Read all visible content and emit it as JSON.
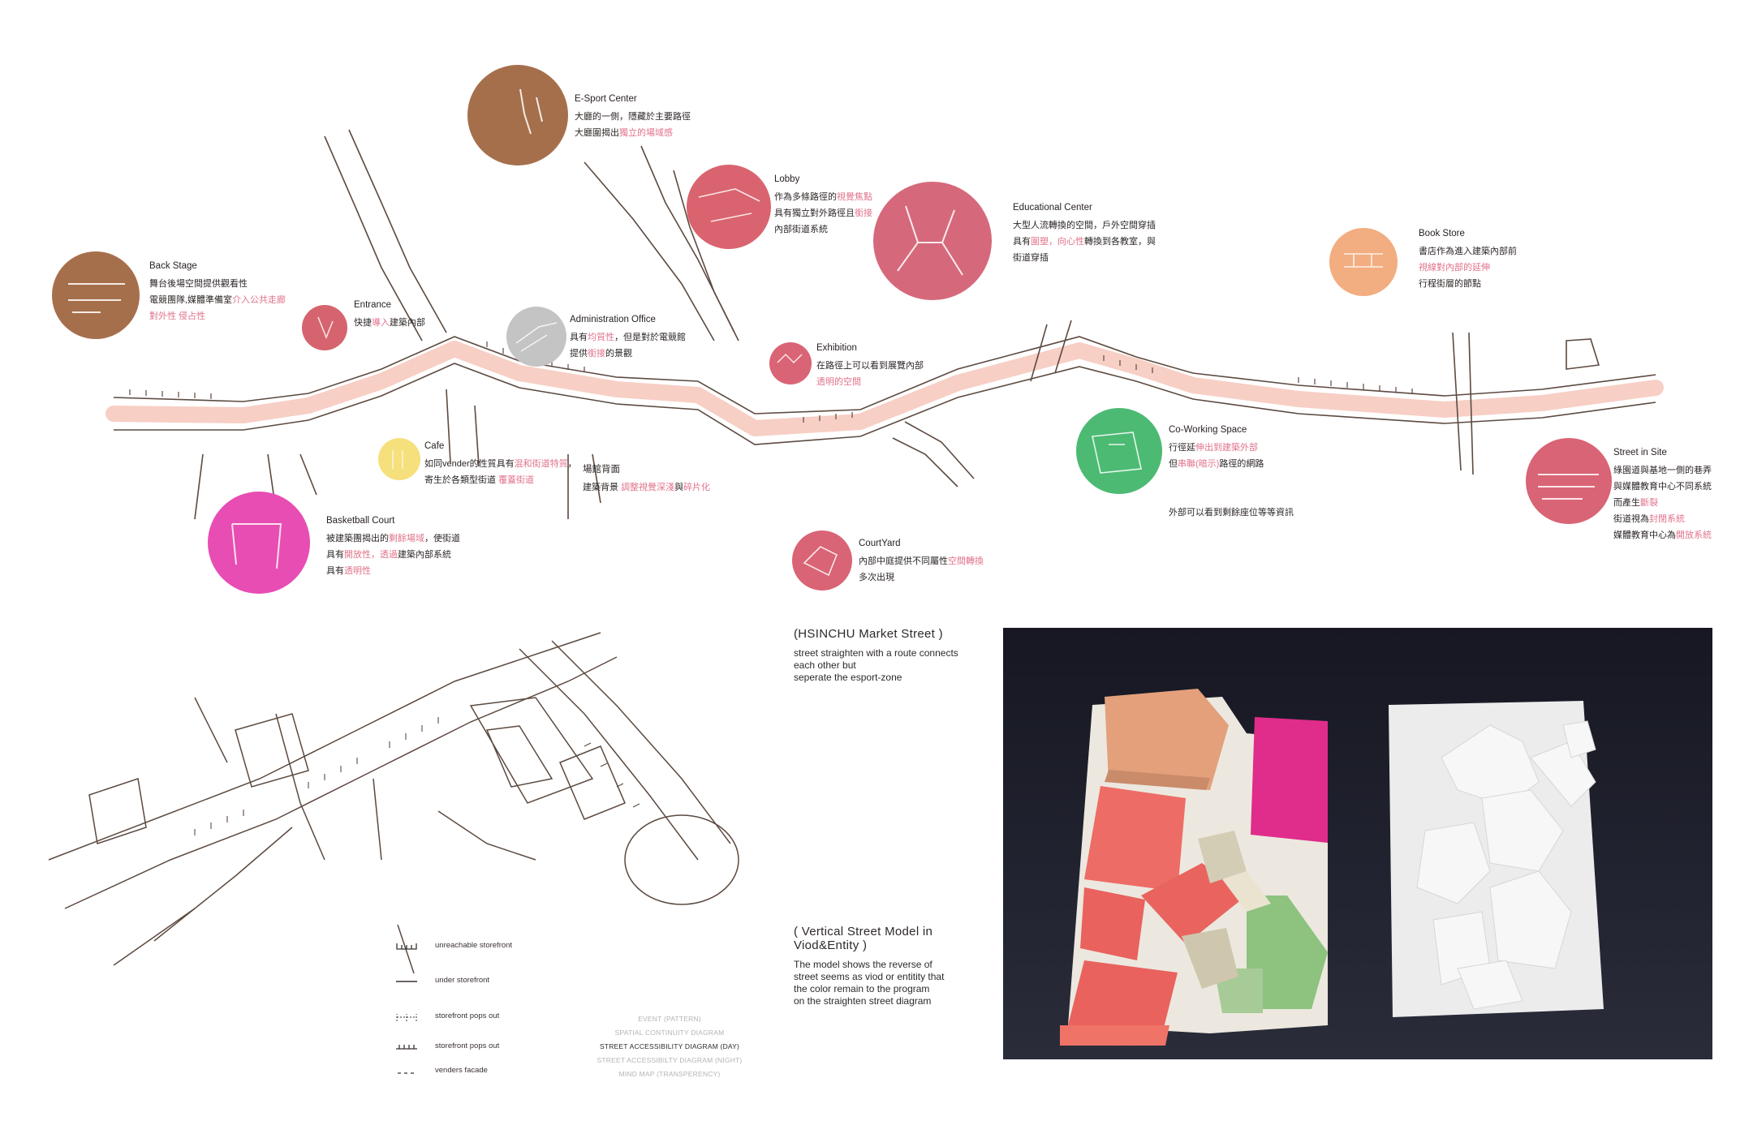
{
  "annotations": [
    {
      "id": "esport",
      "title": "E-Sport Center",
      "lines": [
        [
          {
            "t": "大廳的一側，隱藏於主要路徑"
          }
        ],
        [
          {
            "t": "大廳圍揭出"
          },
          {
            "t": "獨立的場域感",
            "hl": true
          }
        ]
      ]
    },
    {
      "id": "lobby",
      "title": "Lobby",
      "lines": [
        [
          {
            "t": "作為多條路徑的"
          },
          {
            "t": "視覺焦點",
            "hl": true
          }
        ],
        [
          {
            "t": "具有獨立對外路徑且"
          },
          {
            "t": "銜接",
            "hl": true
          }
        ],
        [
          {
            "t": "內部街道系統"
          }
        ]
      ]
    },
    {
      "id": "educational",
      "title": "Educational Center",
      "lines": [
        [
          {
            "t": "大型人流轉換的空間，戶外空間穿插"
          }
        ],
        [
          {
            "t": "具有"
          },
          {
            "t": "圍塑，向心性",
            "hl": true
          },
          {
            "t": "轉換到各教室，與"
          }
        ],
        [
          {
            "t": "街道穿插"
          }
        ]
      ]
    },
    {
      "id": "bookstore",
      "title": "Book Store",
      "lines": [
        [
          {
            "t": "書店作為進入建築內部前"
          }
        ],
        [
          {
            "t": "視線對內部的延伸",
            "hl": true
          }
        ],
        [
          {
            "t": "行程街層的節點"
          }
        ]
      ]
    },
    {
      "id": "backstage",
      "title": "Back Stage",
      "lines": [
        [
          {
            "t": "舞台後場空間提供觀看性"
          }
        ],
        [
          {
            "t": "電競團隊,媒體準備室"
          },
          {
            "t": "介入公共走廊",
            "hl": true
          }
        ],
        [
          {
            "t": "對外性 侵占性",
            "hl": true
          }
        ]
      ]
    },
    {
      "id": "entrance",
      "title": "Entrance",
      "lines": [
        [
          {
            "t": "快捷"
          },
          {
            "t": "導入",
            "hl": true
          },
          {
            "t": "建築內部"
          }
        ]
      ]
    },
    {
      "id": "admin",
      "title": "Administration Office",
      "lines": [
        [
          {
            "t": "具有"
          },
          {
            "t": "均質性",
            "hl": true
          },
          {
            "t": "，但是對於電競館"
          }
        ],
        [
          {
            "t": "提供"
          },
          {
            "t": "銜接",
            "hl": true
          },
          {
            "t": "的景觀"
          }
        ]
      ]
    },
    {
      "id": "exhibition",
      "title": "Exhibition",
      "lines": [
        [
          {
            "t": "在路徑上可以看到展覽內部"
          }
        ],
        [
          {
            "t": "透明的空間",
            "hl": true
          }
        ]
      ]
    },
    {
      "id": "cafe",
      "title": "Cafe",
      "lines": [
        [
          {
            "t": "如同vender的性質具有"
          },
          {
            "t": "混和街道特質",
            "hl": true
          },
          {
            "t": "，"
          }
        ],
        [
          {
            "t": "寄生於各類型街道 "
          },
          {
            "t": "覆蓋街道",
            "hl": true
          }
        ]
      ]
    },
    {
      "id": "arena_back",
      "title": "場館背面",
      "lines": [
        [
          {
            "t": "建築背景 "
          },
          {
            "t": "調整視覺深淺",
            "hl": true
          },
          {
            "t": "與"
          },
          {
            "t": "碎片化",
            "hl": true
          }
        ]
      ]
    },
    {
      "id": "coworking",
      "title": "Co-Working Space",
      "lines": [
        [
          {
            "t": "行徑延"
          },
          {
            "t": "伸出到建築外部",
            "hl": true
          }
        ],
        [
          {
            "t": "但"
          },
          {
            "t": "串聯(暗示)",
            "hl": true
          },
          {
            "t": "路徑的網路"
          }
        ]
      ]
    },
    {
      "id": "coworking_note",
      "title": "",
      "lines": [
        [
          {
            "t": "外部可以看到剩餘座位等等資訊"
          }
        ]
      ]
    },
    {
      "id": "basketball",
      "title": "Basketball Court",
      "lines": [
        [
          {
            "t": "被建築團揭出的"
          },
          {
            "t": "剩餘場域",
            "hl": true
          },
          {
            "t": "，使街道"
          }
        ],
        [
          {
            "t": "具有"
          },
          {
            "t": "開放性，透過",
            "hl": true
          },
          {
            "t": "建築內部系統"
          }
        ],
        [
          {
            "t": "具有"
          },
          {
            "t": "透明性",
            "hl": true
          }
        ]
      ]
    },
    {
      "id": "courtyard",
      "title": "CourtYard",
      "lines": [
        [
          {
            "t": "內部中庭提供不同屬性"
          },
          {
            "t": "空間轉換",
            "hl": true
          }
        ],
        [
          {
            "t": "多次出現"
          }
        ]
      ]
    },
    {
      "id": "streetsite",
      "title": "Street in Site",
      "lines": [
        [
          {
            "t": "綠園道與基地一側的巷弄"
          }
        ],
        [
          {
            "t": "與媒體教育中心不同系統"
          }
        ],
        [
          {
            "t": "而產生"
          },
          {
            "t": "斷裂",
            "hl": true
          }
        ],
        [
          {
            "t": "街道視為"
          },
          {
            "t": "封閉系統",
            "hl": true
          }
        ],
        [
          {
            "t": "媒體教育中心為"
          },
          {
            "t": "開放系統",
            "hl": true
          }
        ]
      ]
    }
  ],
  "captions": {
    "market": {
      "title": "(HSINCHU Market Street )",
      "lines": [
        "street straighten with a route connects",
        "each other but",
        "seperate the esport-zone"
      ]
    },
    "model": {
      "title": "( Vertical Street Model in",
      "title2": "Viod&Entity )",
      "lines": [
        "The model shows the reverse of",
        "street seems as viod or entitity that",
        "the color remain to  the program",
        "on the straighten street diagram"
      ]
    }
  },
  "legend": [
    "unreachable storefront",
    "under storefront",
    "storefront pops out",
    "storefront pops out",
    "venders facade"
  ],
  "mind_map": [
    {
      "text": "EVENT (PATTERN)",
      "active": false
    },
    {
      "text": "SPATIAL CONTINUITY DIAGRAM",
      "active": false
    },
    {
      "text": "STREET ACCESSIBILITY DIAGRAM (DAY)",
      "active": true
    },
    {
      "text": "STREET ACCESSIBILTY DIAGRAM (NIGHT)",
      "active": false
    },
    {
      "text": "MIND MAP (TRANSPERENCY)",
      "active": false
    }
  ],
  "colors": {
    "brown": "#a66f4c",
    "pink": "#d9646f",
    "rose": "#d5697b",
    "coral": "#d96475",
    "gray": "#c4c4c4",
    "yellow": "#f6e07c",
    "green": "#4cba73",
    "magenta": "#e74db3",
    "orange": "#f2ae80",
    "route": "#f6cec3",
    "highlight": "#e0728a"
  },
  "icons": [
    "esport-circle-icon",
    "lobby-circle-icon",
    "educational-circle-icon",
    "bookstore-circle-icon",
    "backstage-circle-icon",
    "entrance-circle-icon",
    "admin-circle-icon",
    "exhibition-circle-icon",
    "cafe-circle-icon",
    "coworking-circle-icon",
    "basketball-circle-icon",
    "courtyard-circle-icon",
    "streetsite-circle-icon"
  ]
}
